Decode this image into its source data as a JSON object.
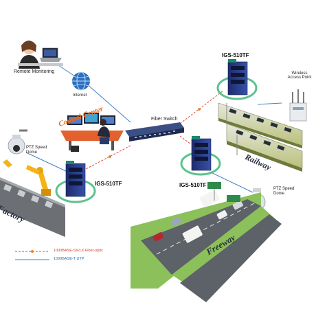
{
  "labels": {
    "remote_monitoring": "Remote Monitoring",
    "internet": "Internet",
    "control_center": "Control Center",
    "fiber_switch": "Fiber Switch",
    "igs_top": "IGS-510TF",
    "igs_mid": "IGS-510TF",
    "igs_left": "IGS-510TF",
    "wireless_ap": "Wireless Access Point",
    "ptz_left_1": "PTZ Speed",
    "ptz_left_2": "Dome",
    "ptz_right_1": "PTZ Speed",
    "ptz_right_2": "Dome",
    "railway": "Railway",
    "factory": "Factory",
    "freeway": "Freeway"
  },
  "legend": {
    "fiber": "1000BASE-SX/LX Fiber-optic",
    "utp": "1000BASE-T UTP"
  },
  "colors": {
    "fiber_line": "#d9483a",
    "utp_line": "#3f7fc4",
    "ring": "#5cc28e",
    "road": "#5d6168",
    "grass": "#8cc05a",
    "switch_body": "#24347a"
  }
}
